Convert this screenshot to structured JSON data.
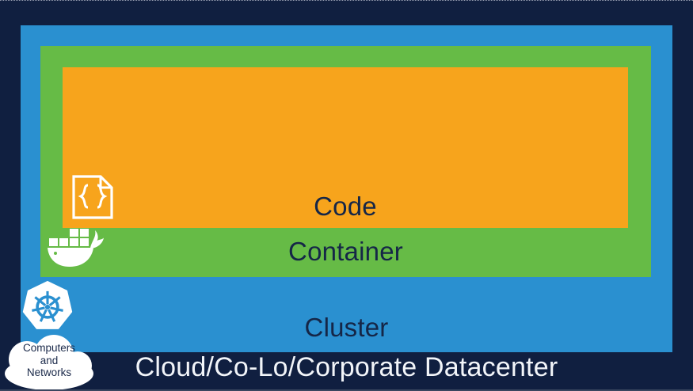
{
  "diagram": {
    "type": "nested-architecture",
    "layers": [
      {
        "name": "code",
        "label": "Code",
        "color": "#f7a41c",
        "text_color": "#152647",
        "icon": "code-file-icon"
      },
      {
        "name": "container",
        "label": "Container",
        "color": "#66bb46",
        "text_color": "#152647",
        "icon": "docker-whale-icon"
      },
      {
        "name": "cluster",
        "label": "Cluster",
        "color": "#2a90d0",
        "text_color": "#152647",
        "icon": "kubernetes-helm-icon"
      },
      {
        "name": "datacenter",
        "label": "Cloud/Co-Lo/Corporate Datacenter",
        "color": "#101f40",
        "text_color": "#f2f5f9",
        "icon": "cloud-icon"
      }
    ],
    "cloud_badge": {
      "lines": [
        "Computers",
        "and",
        "Networks"
      ],
      "fill": "#ffffff",
      "text_color": "#1b2a4a"
    }
  }
}
